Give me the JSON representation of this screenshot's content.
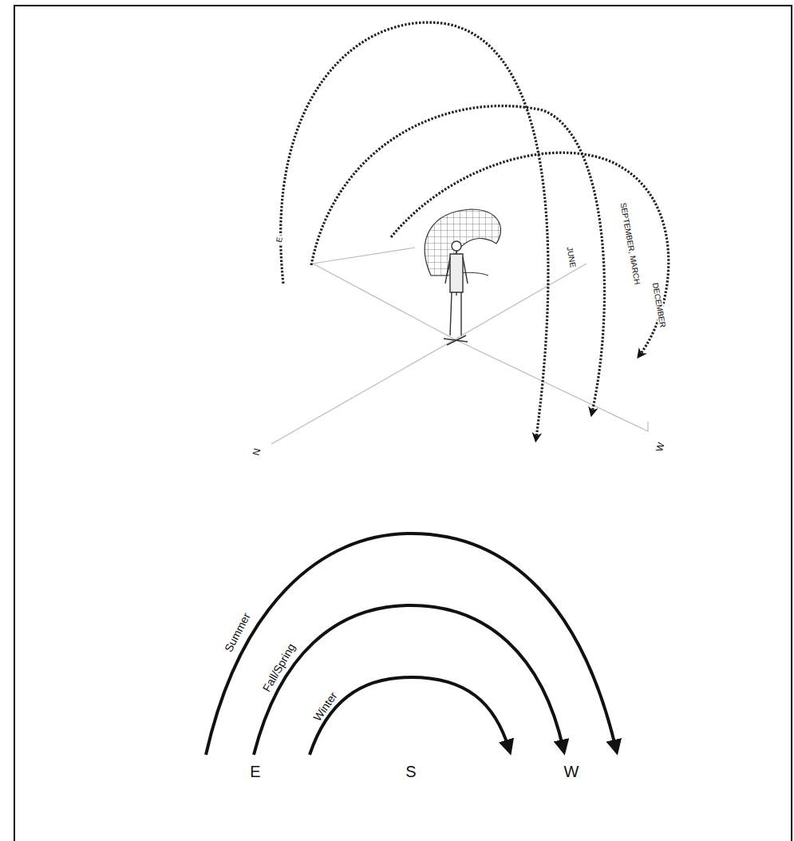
{
  "diagram": {
    "labels": [
      "E",
      "JUNE",
      "SEPTEMBER, MARCH",
      "DECEMBER",
      "N",
      "W",
      "Summer",
      "Fall/Spring",
      "Winter",
      "E",
      "S",
      "W"
    ]
  }
}
